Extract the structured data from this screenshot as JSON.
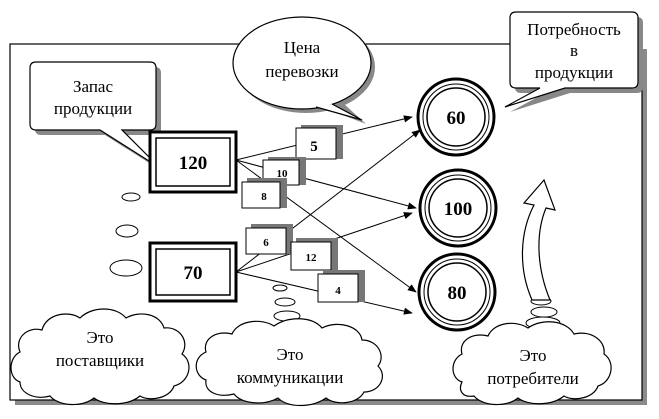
{
  "bubbles": {
    "stock": [
      "Запас",
      "продукции"
    ],
    "price": [
      "Цена",
      "перевозки"
    ],
    "demand": [
      "Потребность",
      "в",
      "продукции"
    ]
  },
  "suppliers": [
    {
      "value": "120"
    },
    {
      "value": "70"
    }
  ],
  "consumers": [
    {
      "value": "60"
    },
    {
      "value": "100"
    },
    {
      "value": "80"
    }
  ],
  "costs": [
    {
      "value": "5"
    },
    {
      "value": "10"
    },
    {
      "value": "8"
    },
    {
      "value": "6"
    },
    {
      "value": "12"
    },
    {
      "value": "4"
    }
  ],
  "clouds": {
    "suppliers": [
      "Это",
      "поставщики"
    ],
    "communications": [
      "Это",
      "коммуникации"
    ],
    "consumers": [
      "Это",
      "потребители"
    ]
  }
}
